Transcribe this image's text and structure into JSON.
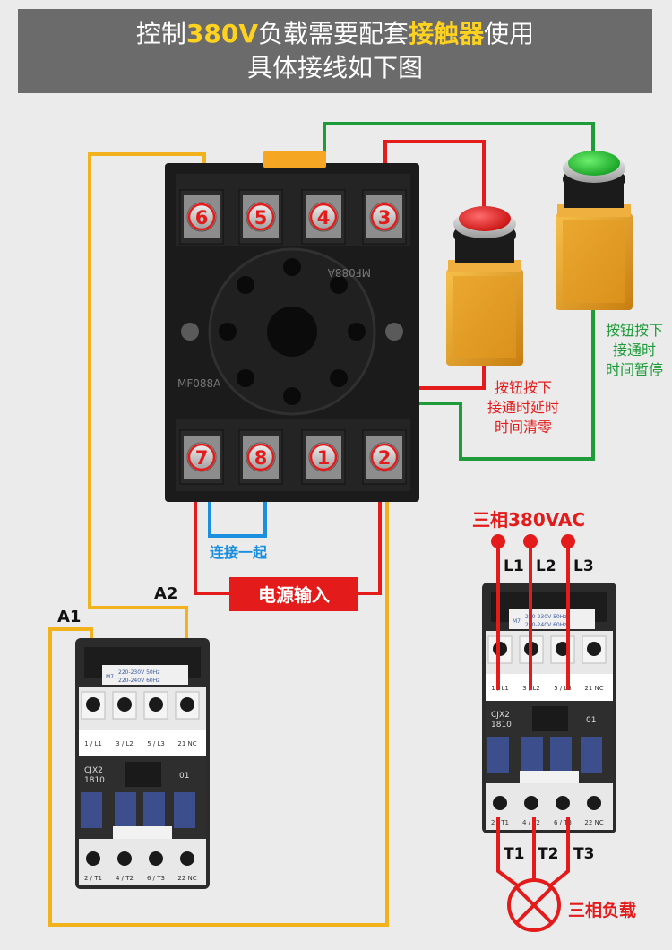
{
  "header": {
    "part1": "控制",
    "voltage": "380V",
    "part2": "负载需要配套",
    "device": "接触器",
    "part3": "使用",
    "line2": "具体接线如下图"
  },
  "relay": {
    "terminals_top": [
      "6",
      "5",
      "4",
      "3"
    ],
    "terminals_bottom": [
      "7",
      "8",
      "1",
      "2"
    ],
    "model_text": "MF088A"
  },
  "labels": {
    "red_button": [
      "按钮按下",
      "接通时延时",
      "时间清零"
    ],
    "green_button": [
      "按钮按下",
      "接通时",
      "时间暂停"
    ],
    "connect_together": "连接一起",
    "power_input": "电源输入",
    "a1": "A1",
    "a2": "A2",
    "three_phase": "三相380VAC",
    "l1": "L1",
    "l2": "L2",
    "l3": "L3",
    "t1": "T1",
    "t2": "T2",
    "t3": "T3",
    "three_phase_load": "三相负载"
  },
  "contactor": {
    "model": "CJX2",
    "code": "1810",
    "slot": "01",
    "spec_line1": "220-230V 50Hz",
    "spec_line2": "220-240V 60Hz",
    "spec_prefix": "M7",
    "top_terminals": [
      "1 / L1",
      "3 / L2",
      "5 / L3",
      "21 NC"
    ],
    "bottom_terminals": [
      "2 / T1",
      "4 / T2",
      "6 / T3",
      "22 NC"
    ],
    "coil_left": "A1",
    "coil_right": "A2"
  },
  "colors": {
    "red": "#e31b1b",
    "green": "#1e9c3a",
    "yellow": "#f2b21b",
    "blue": "#1a8fe0",
    "banner": "#6b6b6b"
  }
}
